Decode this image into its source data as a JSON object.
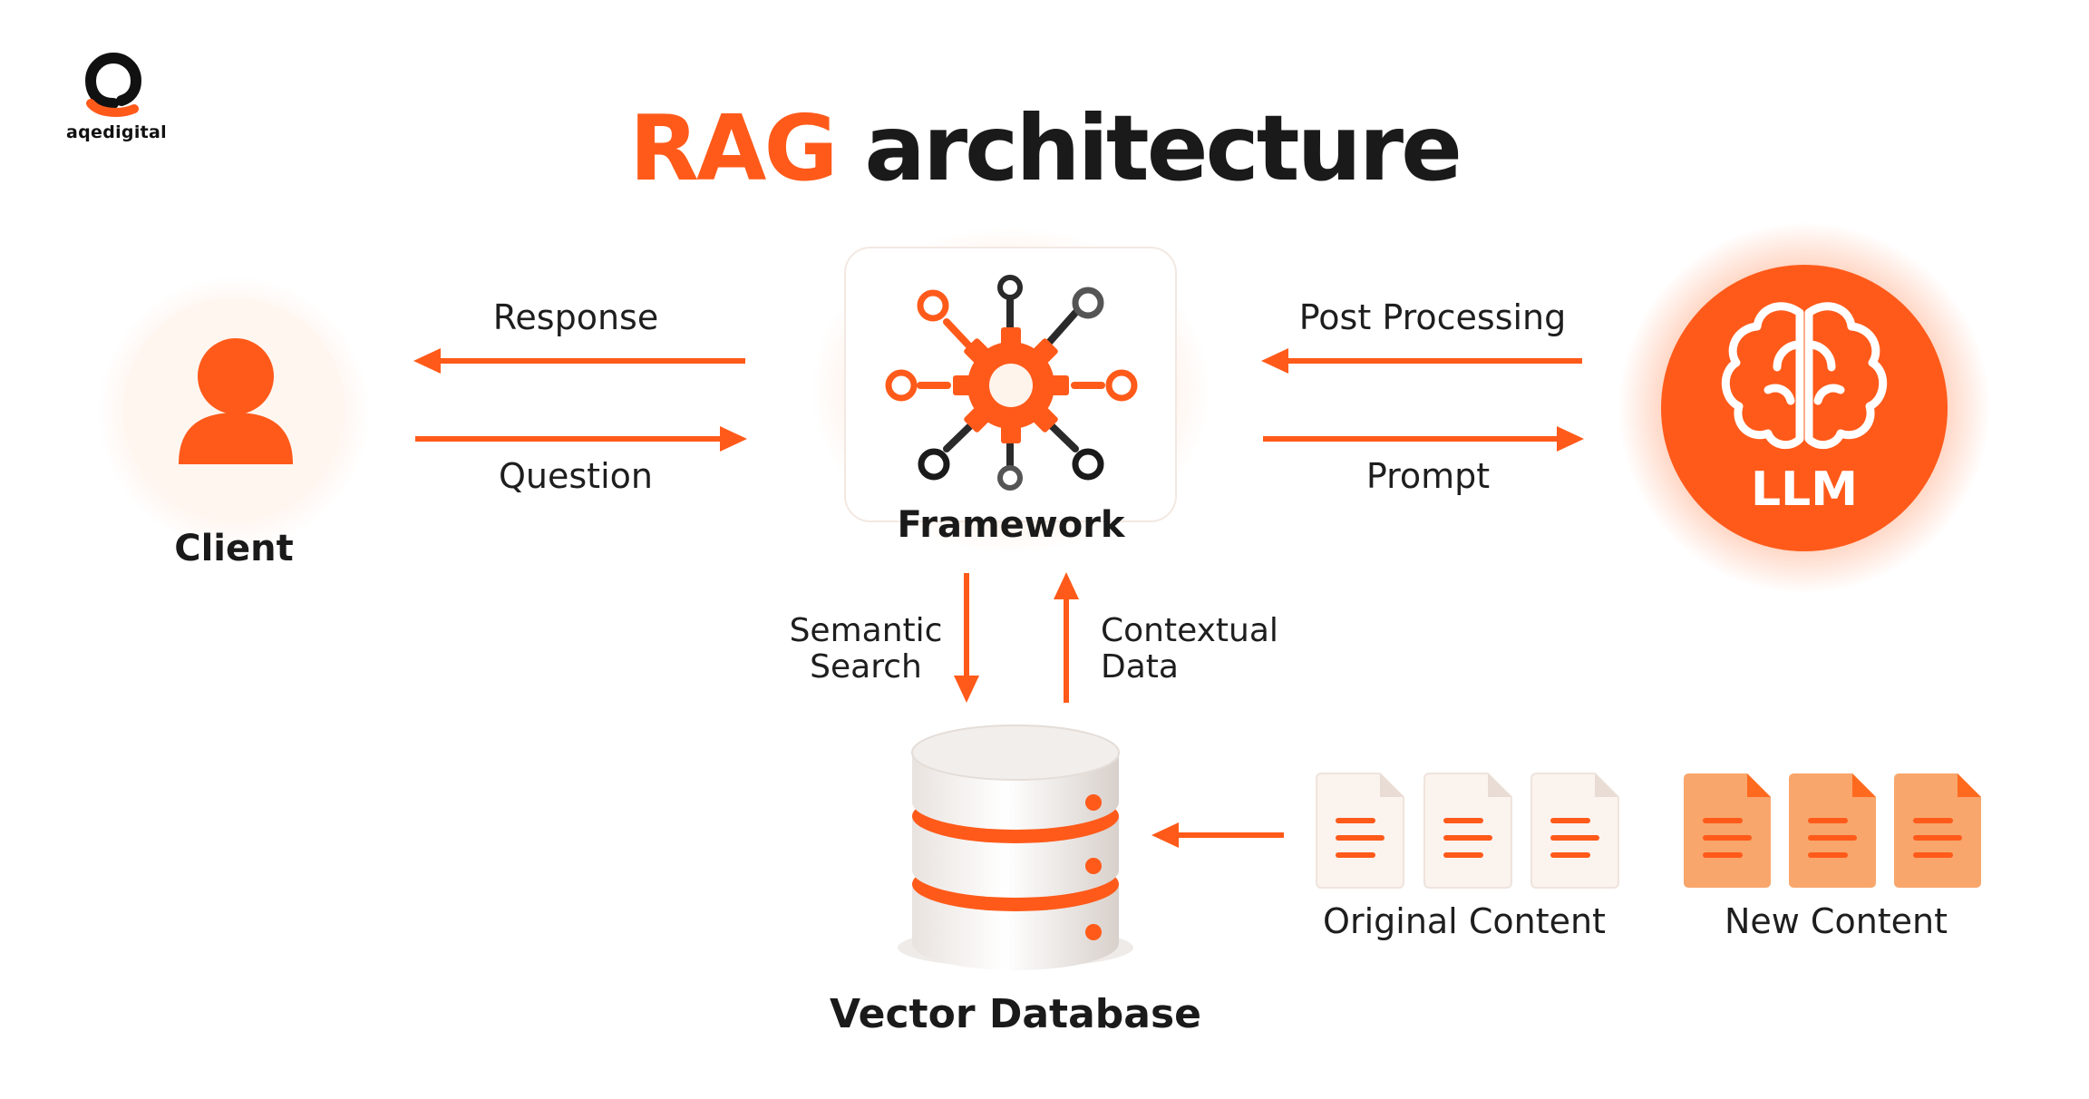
{
  "logo": {
    "text": "aqedigital",
    "icon": "aqe-logo-mark"
  },
  "title": {
    "accent": "RAG",
    "rest": "architecture"
  },
  "nodes": {
    "client": {
      "label": "Client",
      "icon": "user-icon"
    },
    "framework": {
      "label": "Framework",
      "icon": "network-gear-icon"
    },
    "llm": {
      "label": "LLM",
      "icon": "brain-icon"
    },
    "vector_db": {
      "label": "Vector Database",
      "icon": "database-icon"
    },
    "original_content": {
      "label": "Original Content",
      "icon": "document-icon"
    },
    "new_content": {
      "label": "New Content",
      "icon": "document-icon"
    }
  },
  "edges": {
    "response": "Response",
    "question": "Question",
    "post_processing": "Post Processing",
    "prompt": "Prompt",
    "semantic_search_1": "Semantic",
    "semantic_search_2": "Search",
    "contextual_data_1": "Contextual",
    "contextual_data_2": "Data"
  },
  "colors": {
    "accent": "#ff5a1a",
    "dark": "#1a1a1a",
    "soft_doc": "#f6a06a"
  }
}
